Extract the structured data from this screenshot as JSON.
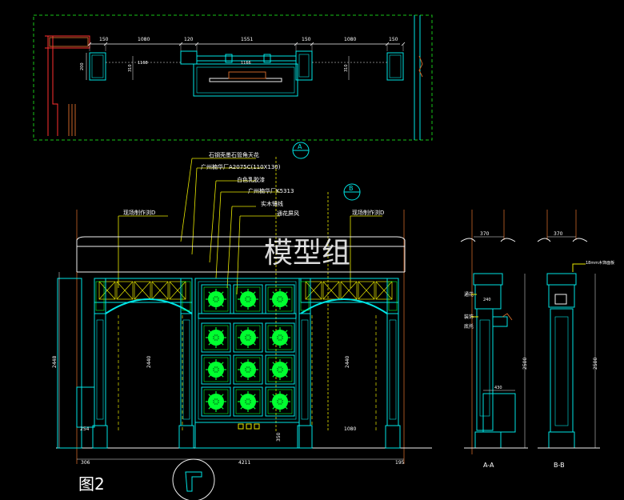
{
  "watermark": "模型组",
  "figure_label": "图2",
  "section_markers": {
    "a": "A",
    "b": "B"
  },
  "section_titles": {
    "a": "A-A",
    "b": "B-B"
  },
  "plan_dims": [
    "150",
    "1080",
    "120",
    "1551",
    "150",
    "1080",
    "150"
  ],
  "plan_side_dims": [
    "200",
    "310",
    "310"
  ],
  "plan_inner_dims": [
    "1168",
    "1166"
  ],
  "callouts": {
    "c1": "石钢壳墨石管角天花",
    "c2": "广州楠华厂A2075C(110X130)",
    "c3": "白色乳胶漆",
    "c4": "广州楠华厂K5313",
    "c5": "实木镶线",
    "c6": "通花屏风",
    "left": "现场制作浏D",
    "right": "现场制作浏D"
  },
  "elev_dims": {
    "bottom_left": "306",
    "bottom_total": "4211",
    "bottom_right": "195",
    "total_height": "2448",
    "opening_left": "2440",
    "opening_right": "2440",
    "base_left": "254",
    "base_mid": "350",
    "inner_right": "1080"
  },
  "section_a_dims": {
    "width": "370",
    "mid": "240",
    "base": "430",
    "height": "2500"
  },
  "section_a_notes": [
    "通花",
    "装饰",
    "底托"
  ],
  "section_b_dims": {
    "width": "370",
    "height": "2500"
  },
  "section_b_note": "18mm木饰面板",
  "colors": {
    "line": "#00e5e5",
    "dashed": "#18c418",
    "callout": "#e8e800",
    "text": "#ffffff",
    "panel": "#00ff30",
    "dim": "#f0f0f0",
    "red": "#ff3030",
    "brown": "#c86428"
  }
}
